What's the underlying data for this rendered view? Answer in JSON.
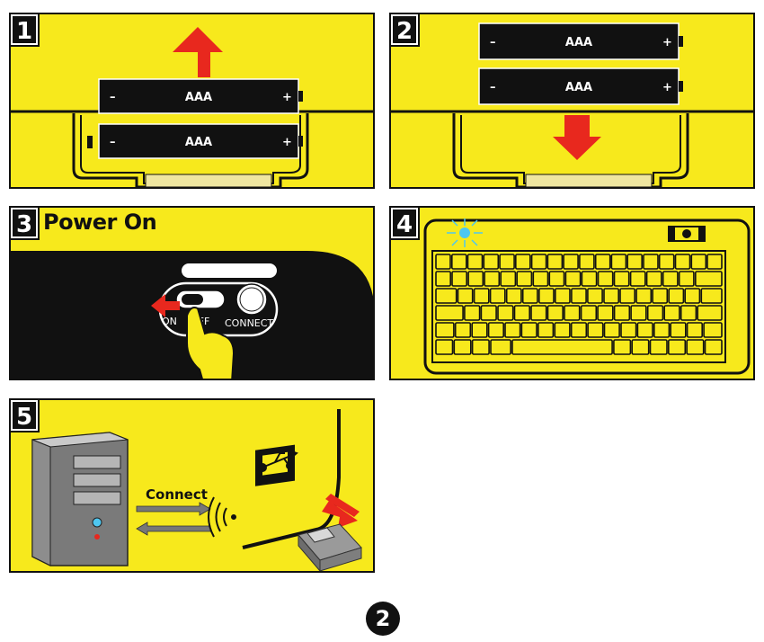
{
  "steps": [
    {
      "number": "1",
      "title": ""
    },
    {
      "number": "2",
      "title": ""
    },
    {
      "number": "3",
      "title": "Power On"
    },
    {
      "number": "4",
      "title": ""
    },
    {
      "number": "5",
      "title": ""
    }
  ],
  "battery": {
    "label": "AAA",
    "minus": "–",
    "plus": "+"
  },
  "switch": {
    "on_label": "ON",
    "off_label": "OFF",
    "connect_label": "CONNECT"
  },
  "step5": {
    "connect_label": "Connect"
  },
  "page_number": "2",
  "colors": {
    "panel": "#f7e91c",
    "arrow": "#e8281e",
    "dark": "#111111",
    "led": "#4ec7f0"
  }
}
